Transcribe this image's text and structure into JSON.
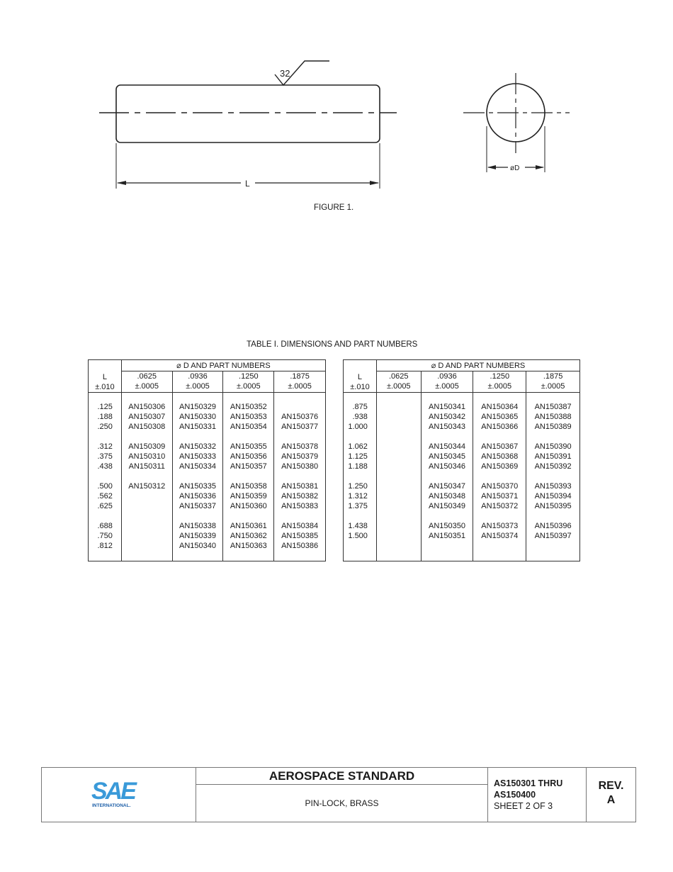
{
  "figure": {
    "caption": "FIGURE 1.",
    "surface_finish": "32",
    "length_label": "L",
    "diameter_label": "øD"
  },
  "table": {
    "title": "TABLE I.  DIMENSIONS AND PART NUMBERS",
    "group_header": "⌀ D AND PART NUMBERS",
    "l_header": "L",
    "l_tolerance": "±.010",
    "diameters": [
      ".0625",
      ".0936",
      ".1250",
      ".1875"
    ],
    "d_tolerance": "±.0005",
    "left": {
      "groups": [
        [
          {
            "L": ".125",
            "pn": [
              "AN150306",
              "AN150329",
              "AN150352",
              ""
            ]
          },
          {
            "L": ".188",
            "pn": [
              "AN150307",
              "AN150330",
              "AN150353",
              "AN150376"
            ]
          },
          {
            "L": ".250",
            "pn": [
              "AN150308",
              "AN150331",
              "AN150354",
              "AN150377"
            ]
          }
        ],
        [
          {
            "L": ".312",
            "pn": [
              "AN150309",
              "AN150332",
              "AN150355",
              "AN150378"
            ]
          },
          {
            "L": ".375",
            "pn": [
              "AN150310",
              "AN150333",
              "AN150356",
              "AN150379"
            ]
          },
          {
            "L": ".438",
            "pn": [
              "AN150311",
              "AN150334",
              "AN150357",
              "AN150380"
            ]
          }
        ],
        [
          {
            "L": ".500",
            "pn": [
              "AN150312",
              "AN150335",
              "AN150358",
              "AN150381"
            ]
          },
          {
            "L": ".562",
            "pn": [
              "",
              "AN150336",
              "AN150359",
              "AN150382"
            ]
          },
          {
            "L": ".625",
            "pn": [
              "",
              "AN150337",
              "AN150360",
              "AN150383"
            ]
          }
        ],
        [
          {
            "L": ".688",
            "pn": [
              "",
              "AN150338",
              "AN150361",
              "AN150384"
            ]
          },
          {
            "L": ".750",
            "pn": [
              "",
              "AN150339",
              "AN150362",
              "AN150385"
            ]
          },
          {
            "L": ".812",
            "pn": [
              "",
              "AN150340",
              "AN150363",
              "AN150386"
            ]
          }
        ]
      ]
    },
    "right": {
      "groups": [
        [
          {
            "L": ".875",
            "pn": [
              "",
              "AN150341",
              "AN150364",
              "AN150387"
            ]
          },
          {
            "L": ".938",
            "pn": [
              "",
              "AN150342",
              "AN150365",
              "AN150388"
            ]
          },
          {
            "L": "1.000",
            "pn": [
              "",
              "AN150343",
              "AN150366",
              "AN150389"
            ]
          }
        ],
        [
          {
            "L": "1.062",
            "pn": [
              "",
              "AN150344",
              "AN150367",
              "AN150390"
            ]
          },
          {
            "L": "1.125",
            "pn": [
              "",
              "AN150345",
              "AN150368",
              "AN150391"
            ]
          },
          {
            "L": "1.188",
            "pn": [
              "",
              "AN150346",
              "AN150369",
              "AN150392"
            ]
          }
        ],
        [
          {
            "L": "1.250",
            "pn": [
              "",
              "AN150347",
              "AN150370",
              "AN150393"
            ]
          },
          {
            "L": "1.312",
            "pn": [
              "",
              "AN150348",
              "AN150371",
              "AN150394"
            ]
          },
          {
            "L": "1.375",
            "pn": [
              "",
              "AN150349",
              "AN150372",
              "AN150395"
            ]
          }
        ],
        [
          {
            "L": "1.438",
            "pn": [
              "",
              "AN150350",
              "AN150373",
              "AN150396"
            ]
          },
          {
            "L": "1.500",
            "pn": [
              "",
              "AN150351",
              "AN150374",
              "AN150397"
            ]
          }
        ]
      ]
    }
  },
  "title_block": {
    "logo_text": "SAE",
    "logo_subtext": "INTERNATIONAL.",
    "logo_color_light": "#3a9ad9",
    "logo_color_dark": "#1d5fa8",
    "standard_type": "AEROSPACE STANDARD",
    "title": "PIN-LOCK, BRASS",
    "doc_number_line1": "AS150301 THRU",
    "doc_number_line2": "AS150400",
    "sheet": "SHEET 2 OF 3",
    "rev_label": "REV.",
    "rev_value": "A"
  }
}
